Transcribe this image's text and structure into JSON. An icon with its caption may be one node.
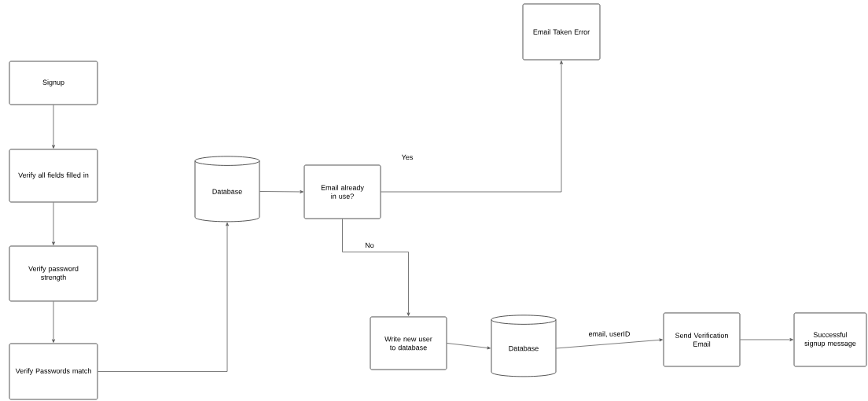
{
  "diagram": {
    "nodes": [
      {
        "text": [
          "Signup"
        ]
      },
      {
        "text": [
          "Verify all fields filled in"
        ]
      },
      {
        "text": [
          "Verify password strength"
        ]
      },
      {
        "text": [
          "Verify Passwords match"
        ]
      },
      {
        "text": [
          "Database"
        ]
      },
      {
        "text": [
          "Email already in use?"
        ]
      },
      {
        "text": [
          "Email Taken Error"
        ]
      },
      {
        "text": [
          "Write new user to database"
        ]
      },
      {
        "text": [
          "Database"
        ]
      },
      {
        "text": [
          "Send Verification Email"
        ]
      },
      {
        "text": [
          "Successful signup message"
        ]
      }
    ],
    "edges": [
      {
        "from": 0,
        "to": 1,
        "arrow": "to"
      },
      {
        "from": 1,
        "to": 2,
        "arrow": "to"
      },
      {
        "from": 2,
        "to": 3,
        "arrow": "to"
      },
      {
        "from": 3,
        "to": 4,
        "arrow": "to"
      },
      {
        "from": 4,
        "to": 5,
        "arrow": "to"
      },
      {
        "from": 5,
        "to": 6,
        "arrow": "to",
        "label": "Yes"
      },
      {
        "from": 5,
        "to": 7,
        "arrow": "to",
        "label": "No"
      },
      {
        "from": 7,
        "to": 8,
        "arrow": "to"
      },
      {
        "from": 8,
        "to": 9,
        "arrow": "to",
        "label": "email, userID"
      },
      {
        "from": 9,
        "to": 10,
        "arrow": "to"
      }
    ]
  }
}
